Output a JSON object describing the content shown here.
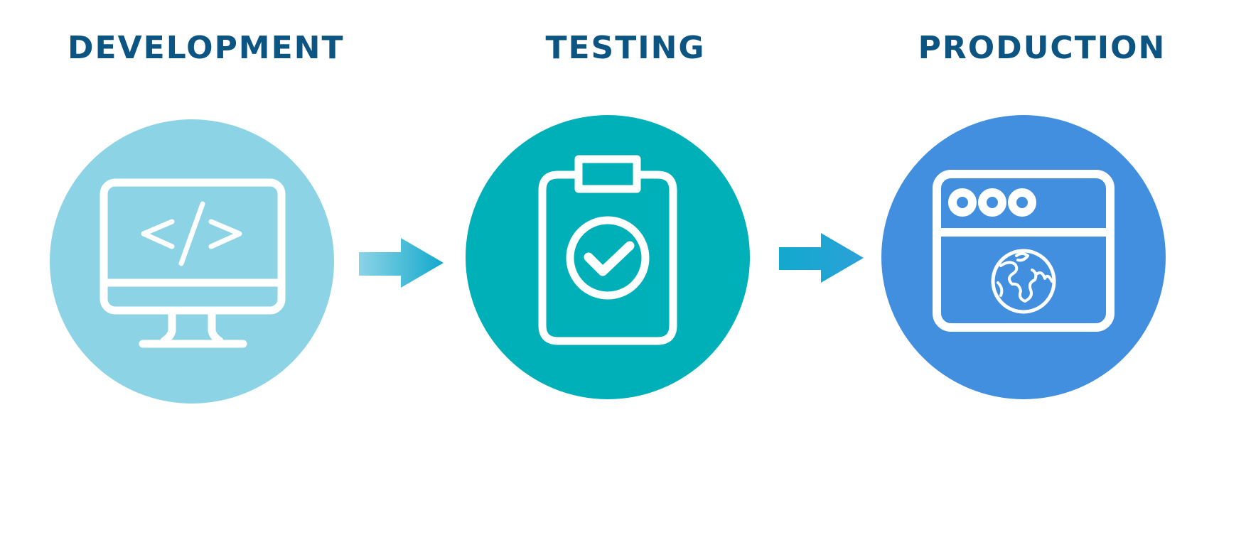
{
  "stages": [
    {
      "title": "DEVELOPMENT",
      "icon": "computer-code-icon",
      "color": "#8cd3e6"
    },
    {
      "title": "TESTING",
      "icon": "clipboard-check-icon",
      "color": "#00b0b8"
    },
    {
      "title": "PRODUCTION",
      "icon": "browser-globe-icon",
      "color": "#428fdf"
    }
  ],
  "colors": {
    "title": "#0c5482",
    "arrow_start": "#8cd3e6",
    "arrow_end": "#12a9cc",
    "icon_stroke": "#ffffff"
  }
}
